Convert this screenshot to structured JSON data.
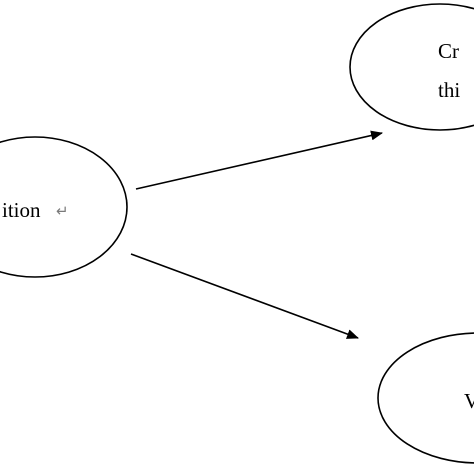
{
  "diagram": {
    "nodes": {
      "left": {
        "text": "ition",
        "mark": "↵"
      },
      "top_right": {
        "line1": "Cr",
        "line2": "thi"
      },
      "bottom_right": {
        "text": "V"
      }
    },
    "edges": [
      {
        "from": "left",
        "to": "top_right"
      },
      {
        "from": "left",
        "to": "bottom_right"
      }
    ],
    "colors": {
      "stroke": "#000000",
      "background": "#ffffff",
      "paragraph_mark": "#7a7a7a"
    }
  }
}
